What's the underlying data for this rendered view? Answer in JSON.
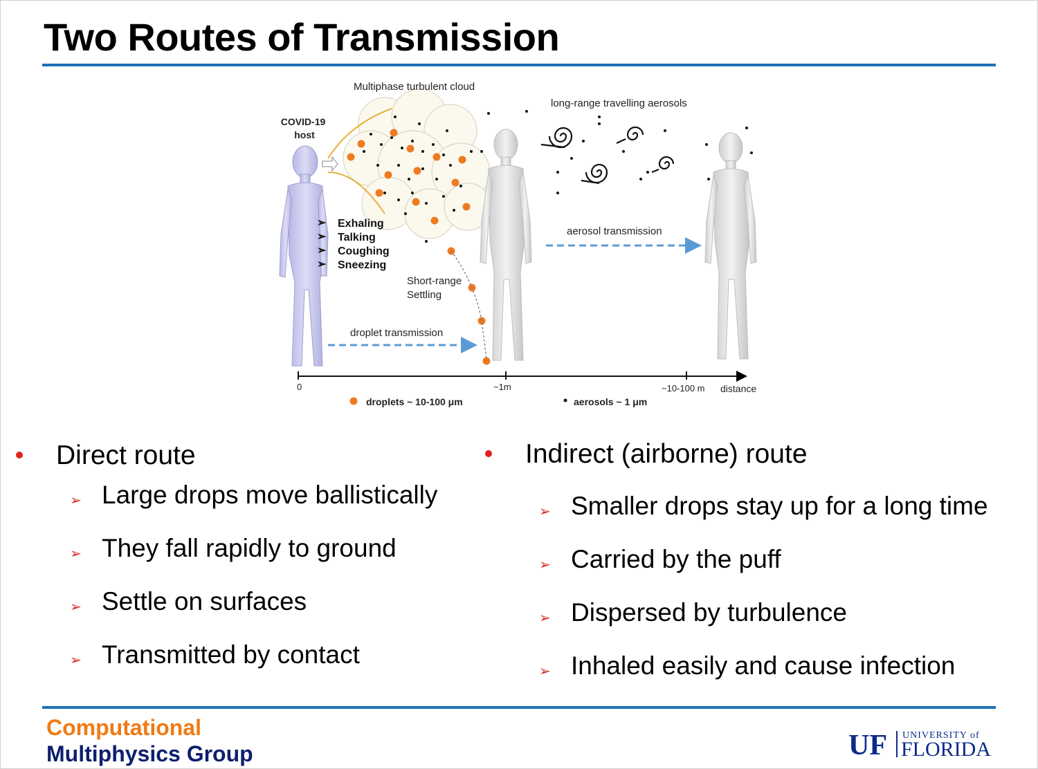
{
  "slide": {
    "title": "Two Routes of Transmission"
  },
  "diagram": {
    "cloud_label": "Multiphase turbulent cloud",
    "long_range_label": "long-range travelling aerosols",
    "host_label_1": "COVID-19",
    "host_label_2": "host",
    "actions": [
      "Exhaling",
      "Talking",
      "Coughing",
      "Sneezing"
    ],
    "settling_label_1": "Short-range",
    "settling_label_2": "Settling",
    "droplet_transmission": "droplet transmission",
    "aerosol_transmission": "aerosol transmission",
    "axis_ticks": [
      "0",
      "~1m",
      "~10-100 m"
    ],
    "axis_label": "distance",
    "legend_droplets": "droplets ~ 10-100 μm",
    "legend_aerosols": "aerosols ~ 1 μm",
    "colors": {
      "droplet": "#f07a20",
      "arrow": "#5b9bd5",
      "body": "#c9c9ee"
    }
  },
  "direct": {
    "heading": "Direct route",
    "items": [
      "Large drops move ballistically",
      "They fall rapidly to ground",
      "Settle on surfaces",
      "Transmitted by contact"
    ]
  },
  "indirect": {
    "heading": "Indirect (airborne) route",
    "items": [
      "Smaller drops stay up for a long time",
      "Carried by the puff",
      "Dispersed by turbulence",
      "Inhaled easily and cause infection"
    ]
  },
  "footer": {
    "line1": "Computational",
    "line2": "Multiphysics Group"
  },
  "logo": {
    "uf": "UF",
    "university_of": "UNIVERSITY of",
    "florida": "FLORIDA"
  },
  "accent_colors": {
    "rule": "#1f6fb8",
    "bullet": "#e0241b",
    "orange": "#f07a15",
    "navy": "#0d1f6e"
  }
}
